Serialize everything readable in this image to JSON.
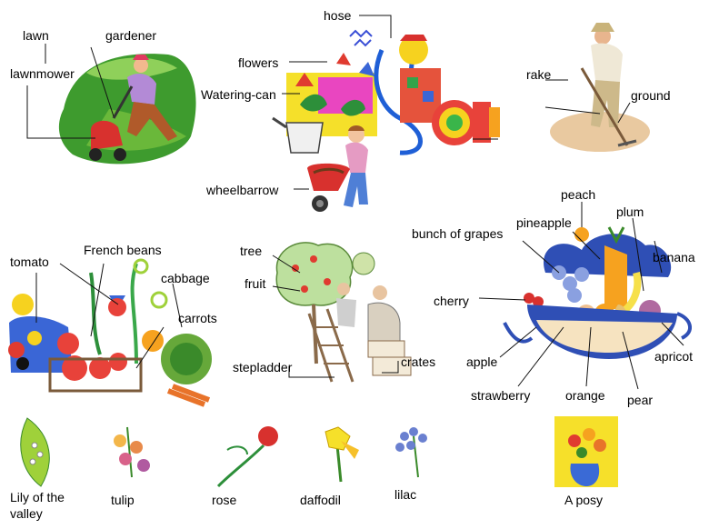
{
  "labels": {
    "lawn": "lawn",
    "gardener": "gardener",
    "lawnmower": "lawnmower",
    "hose": "hose",
    "flowers": "flowers",
    "watering_can": "Watering-can",
    "wheelbarrow": "wheelbarrow",
    "rake": "rake",
    "ground": "ground",
    "tomato": "tomato",
    "french_beans": "French beans",
    "cabbage": "cabbage",
    "carrots": "carrots",
    "tree": "tree",
    "fruit": "fruit",
    "stepladder": "stepladder",
    "crates": "crates",
    "peach": "peach",
    "pineapple": "pineapple",
    "plum": "plum",
    "bunch_of_grapes": "bunch of grapes",
    "banana": "banana",
    "cherry": "cherry",
    "apple": "apple",
    "apricot": "apricot",
    "strawberry": "strawberry",
    "orange": "orange",
    "pear": "pear",
    "lily_of_the_valley": "Lily of the valley",
    "tulip": "tulip",
    "rose": "rose",
    "daffodil": "daffodil",
    "lilac": "lilac",
    "a_posy": "A posy"
  },
  "colors": {
    "line": "#111111",
    "lawn_green": "#3e9b2e",
    "soil": "#c9a06a"
  }
}
